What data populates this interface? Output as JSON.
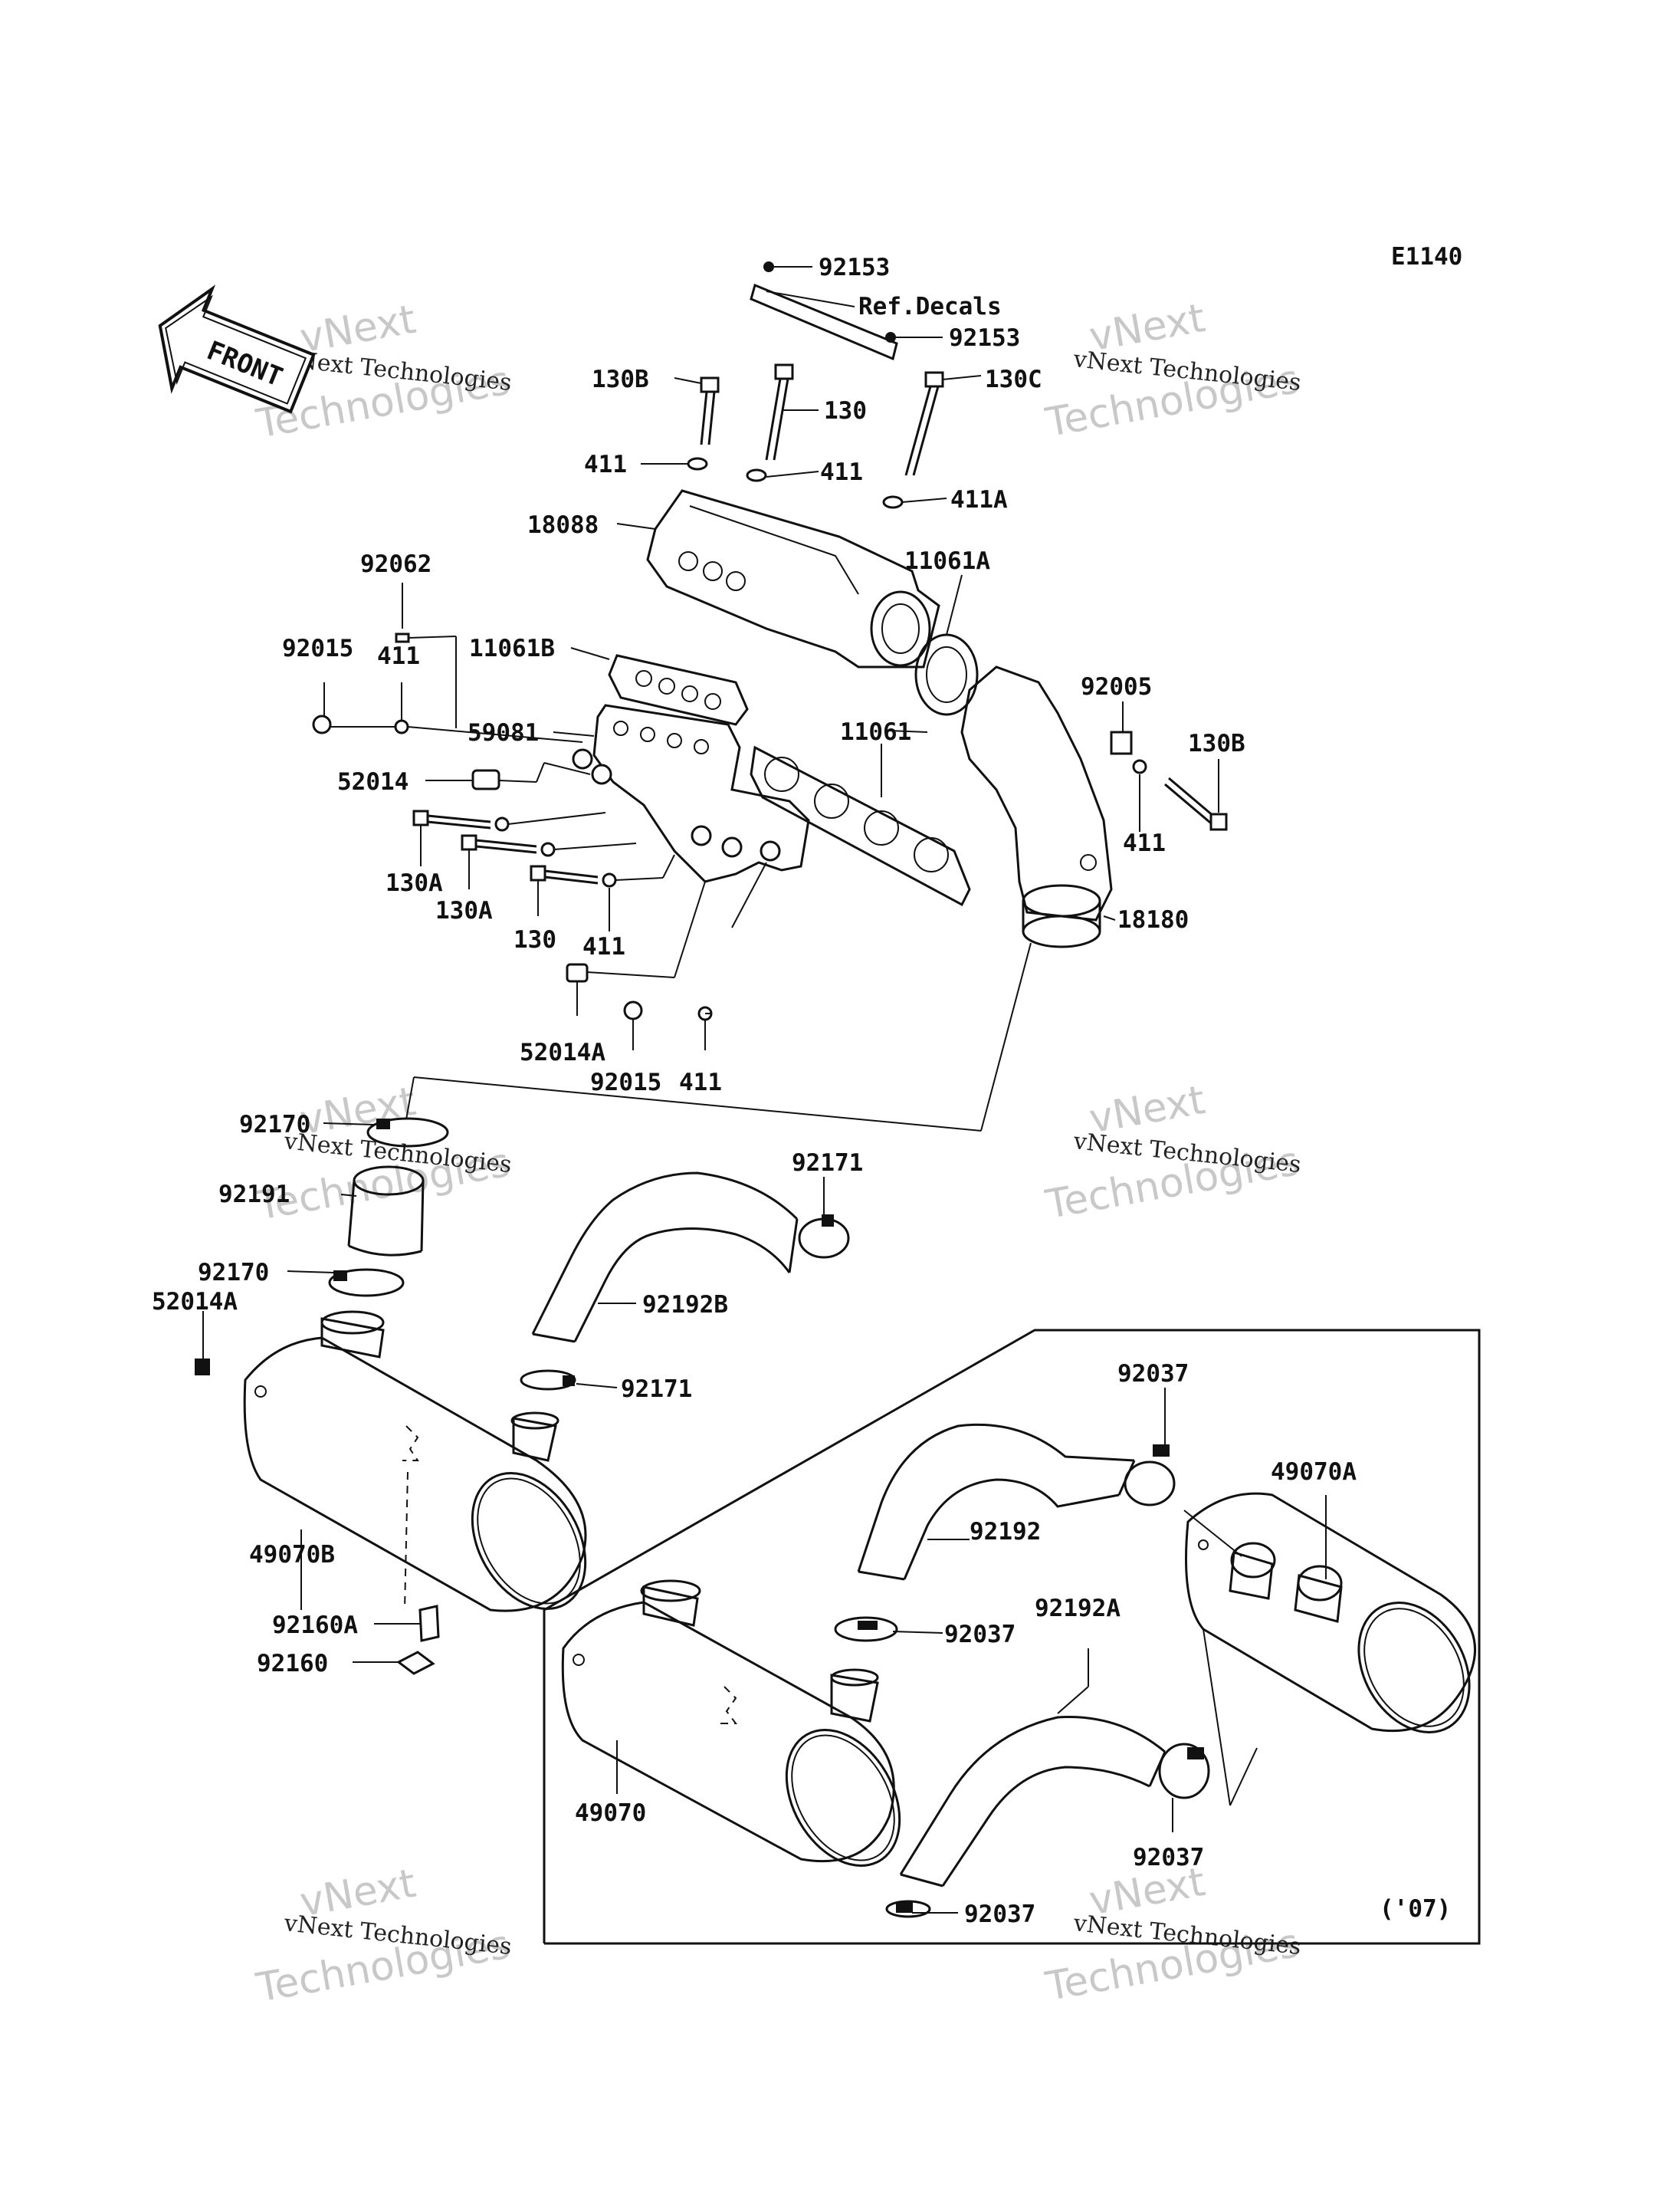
{
  "diagram_code": "E1140",
  "front_label": "FRONT",
  "model_year_note": "('07)",
  "watermark": {
    "line1": "vNext",
    "line2": "vNext Technologies",
    "line3": "Technologies"
  },
  "labels": {
    "p92153_top": "92153",
    "ref_decals": "Ref.Decals",
    "p92153_2": "92153",
    "p130B_top": "130B",
    "p130_top": "130",
    "p130C": "130C",
    "p411_a": "411",
    "p411_b": "411",
    "p411A": "411A",
    "p18088": "18088",
    "p11061A": "11061A",
    "p92062": "92062",
    "p11061B": "11061B",
    "p92015_a": "92015",
    "p411_c": "411",
    "p92005": "92005",
    "p130B_right": "130B",
    "p59081": "59081",
    "p11061": "11061",
    "p52014": "52014",
    "p411_d": "411",
    "p130A_1": "130A",
    "p130A_2": "130A",
    "p130_low": "130",
    "p411_e": "411",
    "p18180": "18180",
    "p52014A_1": "52014A",
    "p92015_b": "92015",
    "p411_f": "411",
    "p92170_1": "92170",
    "p92171_1": "92171",
    "p92191": "92191",
    "p92170_2": "92170",
    "p52014A_2": "52014A",
    "p92192B": "92192B",
    "p92171_2": "92171",
    "p92037_1": "92037",
    "p49070A": "49070A",
    "p49070B": "49070B",
    "p92192": "92192",
    "p92037_2": "92037",
    "p92192A": "92192A",
    "p92160A": "92160A",
    "p92160": "92160",
    "p49070": "49070",
    "p92037_3": "92037",
    "p92037_4": "92037"
  }
}
